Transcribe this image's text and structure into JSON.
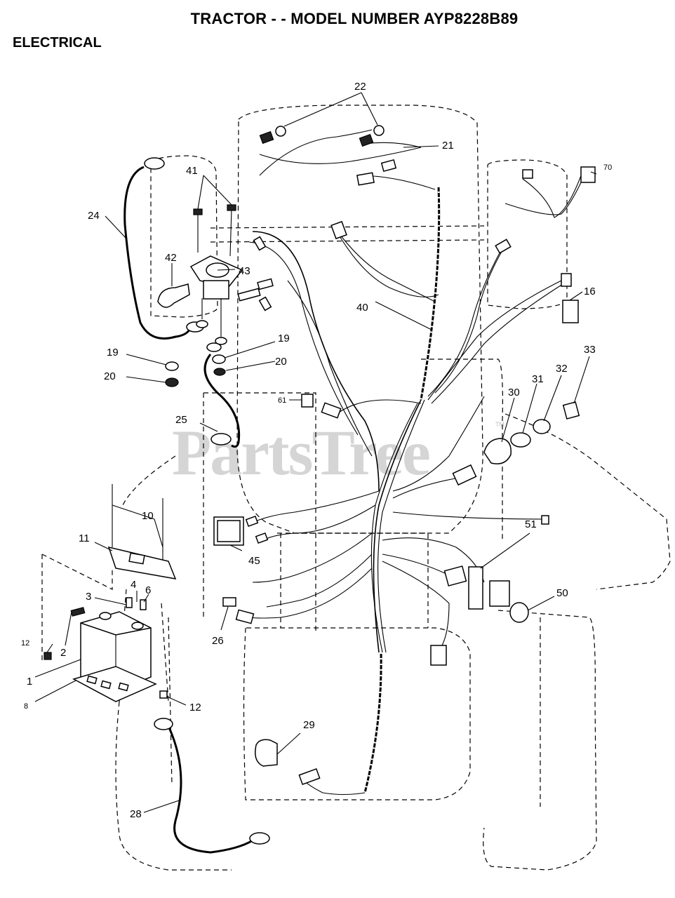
{
  "header": {
    "title": "TRACTOR - - MODEL NUMBER AYP8228B89",
    "section": "ELECTRICAL"
  },
  "watermark": {
    "text": "PartsTree",
    "tm": "TM"
  },
  "callouts": {
    "c1": "1",
    "c2": "2",
    "c3": "3",
    "c4": "4",
    "c6": "6",
    "c8": "8",
    "c10": "10",
    "c11": "11",
    "c12a": "12",
    "c12b": "12",
    "c16": "16",
    "c19a": "19",
    "c19b": "19",
    "c20a": "20",
    "c20b": "20",
    "c21": "21",
    "c22": "22",
    "c24": "24",
    "c25": "25",
    "c26": "26",
    "c28": "28",
    "c29": "29",
    "c30": "30",
    "c31": "31",
    "c32": "32",
    "c33": "33",
    "c40": "40",
    "c41": "41",
    "c42": "42",
    "c43": "43",
    "c45": "45",
    "c50": "50",
    "c51": "51",
    "c61": "61",
    "c70": "70"
  }
}
